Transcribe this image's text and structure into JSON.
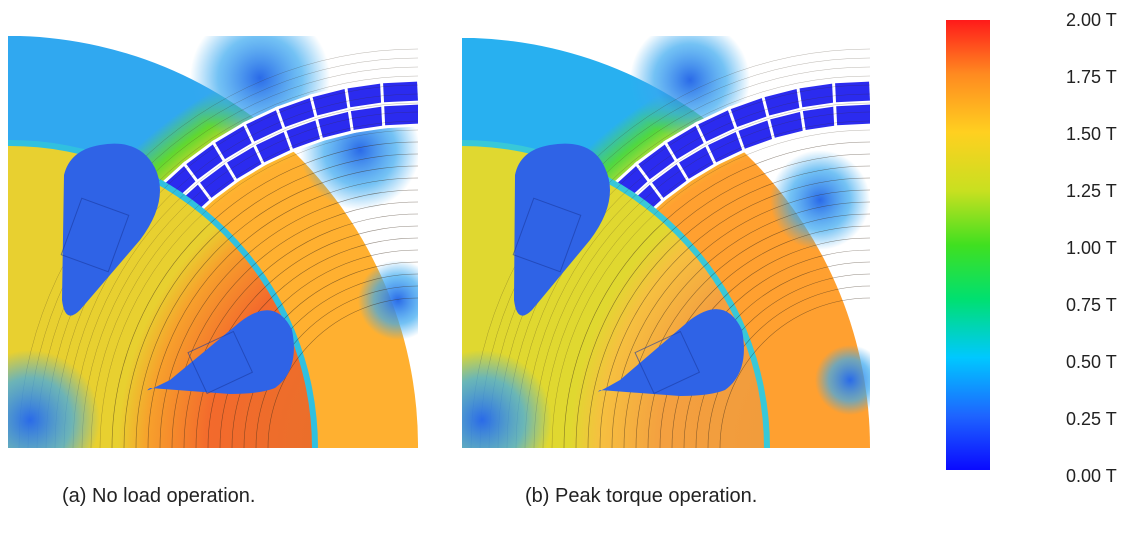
{
  "panels": [
    {
      "caption": "(a) No load operation."
    },
    {
      "caption": "(b) Peak torque operation."
    }
  ],
  "colorbar": {
    "min": 0,
    "max": 2,
    "unit": "T",
    "ticks": [
      "2.00 T",
      "1.75 T",
      "1.50 T",
      "1.25 T",
      "1.00 T",
      "0.75 T",
      "0.50 T",
      "0.25 T",
      "0.00 T"
    ],
    "colors": [
      "#0a0aff",
      "#1e64ff",
      "#00c8ff",
      "#00e070",
      "#40e020",
      "#c8e020",
      "#ffd020",
      "#ff8a20",
      "#ff1a1a"
    ]
  },
  "colors": {
    "low_field": "#2f63e6",
    "saturated": "#ff1a1a",
    "coil": "#2b2bef"
  }
}
